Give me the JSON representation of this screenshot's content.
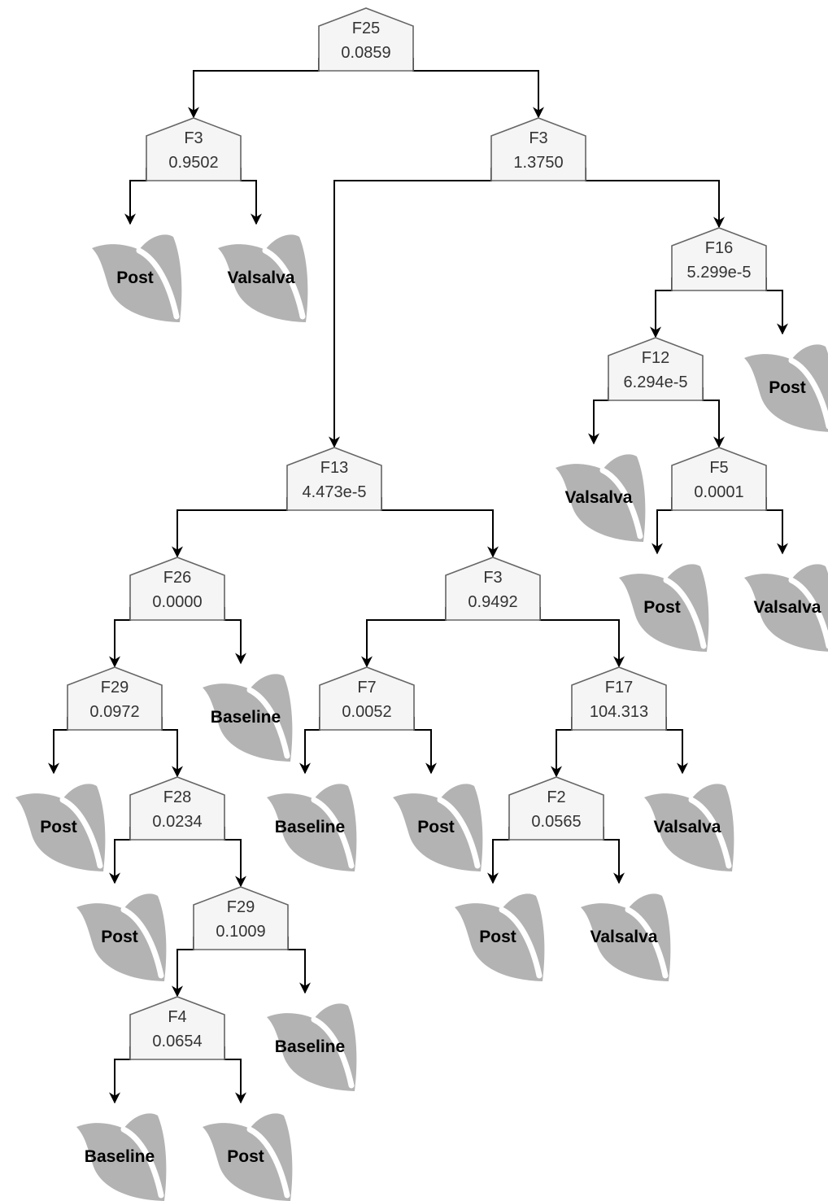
{
  "nodes": [
    {
      "id": "n1",
      "feature": "F25",
      "threshold": "0.0859"
    },
    {
      "id": "n2",
      "feature": "F3",
      "threshold": "0.9502"
    },
    {
      "id": "n3",
      "feature": "F3",
      "threshold": "1.3750"
    },
    {
      "id": "n4",
      "feature": "F16",
      "threshold": "5.299e-5"
    },
    {
      "id": "n5",
      "feature": "F12",
      "threshold": "6.294e-5"
    },
    {
      "id": "n6",
      "feature": "F5",
      "threshold": "0.0001"
    },
    {
      "id": "n7",
      "feature": "F13",
      "threshold": "4.473e-5"
    },
    {
      "id": "n8",
      "feature": "F26",
      "threshold": "0.0000"
    },
    {
      "id": "n9",
      "feature": "F3",
      "threshold": "0.9492"
    },
    {
      "id": "n10",
      "feature": "F29",
      "threshold": "0.0972"
    },
    {
      "id": "n11",
      "feature": "F7",
      "threshold": "0.0052"
    },
    {
      "id": "n12",
      "feature": "F17",
      "threshold": "104.313"
    },
    {
      "id": "n13",
      "feature": "F28",
      "threshold": "0.0234"
    },
    {
      "id": "n14",
      "feature": "F2",
      "threshold": "0.0565"
    },
    {
      "id": "n15",
      "feature": "F29",
      "threshold": "0.1009"
    },
    {
      "id": "n16",
      "feature": "F4",
      "threshold": "0.0654"
    }
  ],
  "leaves": [
    {
      "id": "l1",
      "label": "Post"
    },
    {
      "id": "l2",
      "label": "Valsalva"
    },
    {
      "id": "l3",
      "label": "Post"
    },
    {
      "id": "l4",
      "label": "Valsalva"
    },
    {
      "id": "l5",
      "label": "Post"
    },
    {
      "id": "l6",
      "label": "Valsalva"
    },
    {
      "id": "l7",
      "label": "Baseline"
    },
    {
      "id": "l8",
      "label": "Post"
    },
    {
      "id": "l9",
      "label": "Baseline"
    },
    {
      "id": "l10",
      "label": "Post"
    },
    {
      "id": "l11",
      "label": "Valsalva"
    },
    {
      "id": "l12",
      "label": "Post"
    },
    {
      "id": "l13",
      "label": "Post"
    },
    {
      "id": "l14",
      "label": "Valsalva"
    },
    {
      "id": "l15",
      "label": "Baseline"
    },
    {
      "id": "l16",
      "label": "Baseline"
    },
    {
      "id": "l17",
      "label": "Post"
    }
  ],
  "edges": [
    [
      "n1",
      "n2"
    ],
    [
      "n1",
      "n3"
    ],
    [
      "n2",
      "l1"
    ],
    [
      "n2",
      "l2"
    ],
    [
      "n3",
      "n7"
    ],
    [
      "n3",
      "n4"
    ],
    [
      "n4",
      "n5"
    ],
    [
      "n4",
      "l3"
    ],
    [
      "n5",
      "l4"
    ],
    [
      "n5",
      "n6"
    ],
    [
      "n6",
      "l5"
    ],
    [
      "n6",
      "l6"
    ],
    [
      "n7",
      "n8"
    ],
    [
      "n7",
      "n9"
    ],
    [
      "n8",
      "n10"
    ],
    [
      "n8",
      "l7"
    ],
    [
      "n10",
      "l8"
    ],
    [
      "n10",
      "n13"
    ],
    [
      "n13",
      "l10"
    ],
    [
      "n13",
      "n15"
    ],
    [
      "n15",
      "n16"
    ],
    [
      "n15",
      "l15"
    ],
    [
      "n16",
      "l16"
    ],
    [
      "n16",
      "l17"
    ],
    [
      "n9",
      "n11"
    ],
    [
      "n9",
      "n12"
    ],
    [
      "n11",
      "l9"
    ],
    [
      "n11",
      "l12"
    ],
    [
      "n12",
      "n14"
    ],
    [
      "n12",
      "l11"
    ],
    [
      "n14",
      "l13"
    ],
    [
      "n14",
      "l14"
    ]
  ]
}
